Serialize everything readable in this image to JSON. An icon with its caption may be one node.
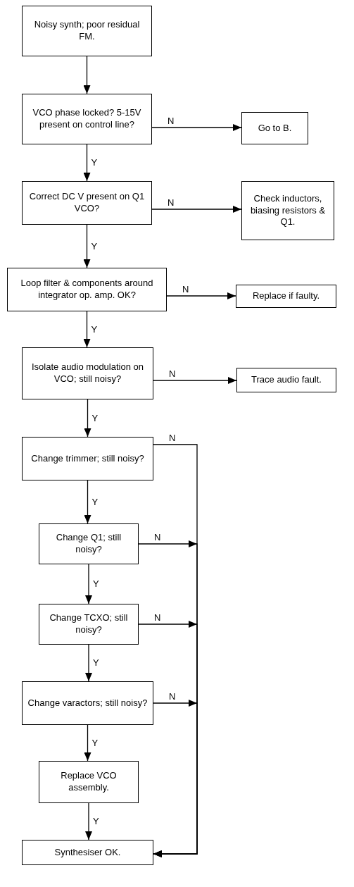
{
  "diagram": {
    "nodes": [
      {
        "text": [
          "Noisy synth; poor residual FM."
        ]
      },
      {
        "text": [
          "VCO phase locked? 5-15V present on control line?"
        ]
      },
      {
        "text": [
          "Go to B."
        ]
      },
      {
        "text": [
          "Correct DC V present on Q1 VCO?"
        ]
      },
      {
        "text": [
          "Check inductors, biasing resistors & Q1."
        ]
      },
      {
        "text": [
          "Loop filter & components around integrator op. amp. OK?"
        ]
      },
      {
        "text": [
          "Replace if faulty."
        ]
      },
      {
        "text": [
          "Isolate audio modulation on VCO; still noisy?"
        ]
      },
      {
        "text": [
          "Trace audio fault."
        ]
      },
      {
        "text": [
          "Change trimmer; still noisy?"
        ]
      },
      {
        "text": [
          "Change Q1; still noisy?"
        ]
      },
      {
        "text": [
          "Change TCXO; still noisy?"
        ]
      },
      {
        "text": [
          "Change varactors; still noisy?"
        ]
      },
      {
        "text": [
          "Replace VCO assembly."
        ]
      },
      {
        "text": [
          "Synthesiser OK."
        ]
      }
    ],
    "edges": [
      {
        "from": 0,
        "to": 1,
        "arrow": "to"
      },
      {
        "from": 1,
        "to": 2,
        "arrow": "to",
        "label": "N"
      },
      {
        "from": 1,
        "to": 3,
        "arrow": "to",
        "label": "Y"
      },
      {
        "from": 3,
        "to": 4,
        "arrow": "to",
        "label": "N"
      },
      {
        "from": 3,
        "to": 5,
        "arrow": "to",
        "label": "Y"
      },
      {
        "from": 5,
        "to": 6,
        "arrow": "to",
        "label": "N"
      },
      {
        "from": 5,
        "to": 7,
        "arrow": "to",
        "label": "Y"
      },
      {
        "from": 7,
        "to": 8,
        "arrow": "to",
        "label": "N"
      },
      {
        "from": 7,
        "to": 9,
        "arrow": "to",
        "label": "Y"
      },
      {
        "from": 9,
        "to": 10,
        "arrow": "to",
        "label": "Y"
      },
      {
        "from": 10,
        "to": 11,
        "arrow": "to",
        "label": "Y"
      },
      {
        "from": 11,
        "to": 12,
        "arrow": "to",
        "label": "Y"
      },
      {
        "from": 12,
        "to": 13,
        "arrow": "to",
        "label": "Y"
      },
      {
        "from": 13,
        "to": 14,
        "arrow": "to",
        "label": "Y"
      },
      {
        "from": 9,
        "to": 14,
        "arrow": "to",
        "label": "N"
      },
      {
        "from": 10,
        "to": 14,
        "arrow": "to",
        "label": "N"
      },
      {
        "from": 11,
        "to": 14,
        "arrow": "to",
        "label": "N"
      },
      {
        "from": 12,
        "to": 14,
        "arrow": "to",
        "label": "N"
      }
    ]
  }
}
